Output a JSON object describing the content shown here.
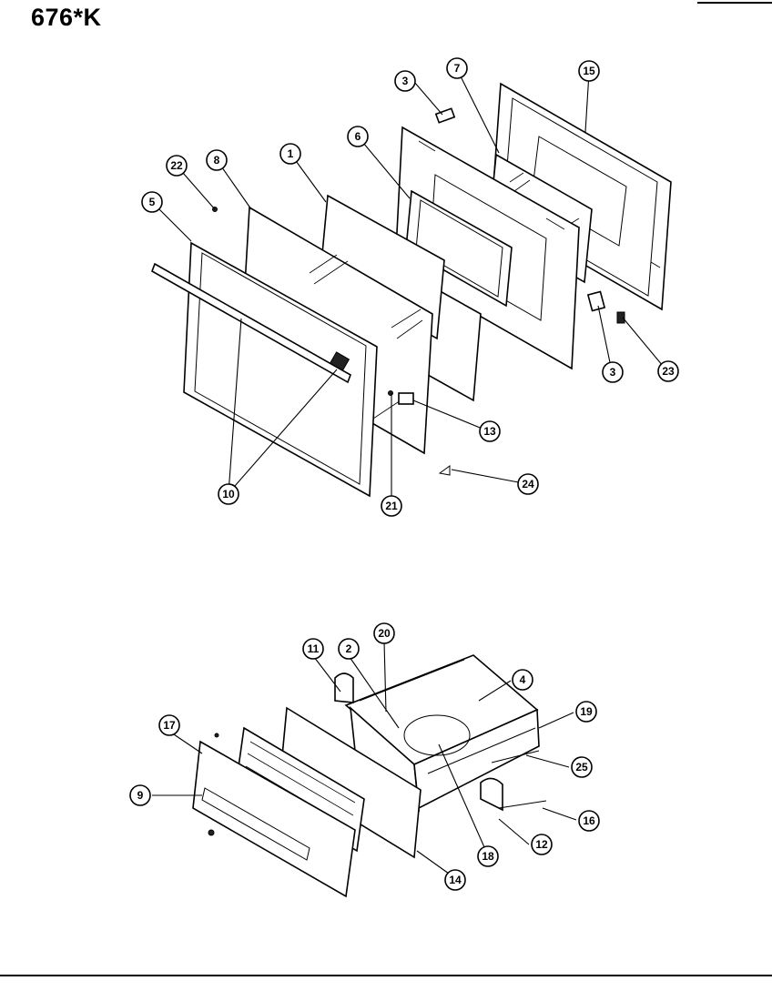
{
  "header": {
    "model_code": "676*K"
  },
  "door_assembly": {
    "callouts": [
      {
        "label": "3"
      },
      {
        "label": "7"
      },
      {
        "label": "15"
      },
      {
        "label": "6"
      },
      {
        "label": "1"
      },
      {
        "label": "8"
      },
      {
        "label": "22"
      },
      {
        "label": "5"
      },
      {
        "label": "3"
      },
      {
        "label": "23"
      },
      {
        "label": "13"
      },
      {
        "label": "24"
      },
      {
        "label": "10"
      },
      {
        "label": "21"
      }
    ]
  },
  "drawer_assembly": {
    "callouts": [
      {
        "label": "11"
      },
      {
        "label": "2"
      },
      {
        "label": "20"
      },
      {
        "label": "4"
      },
      {
        "label": "17"
      },
      {
        "label": "19"
      },
      {
        "label": "25"
      },
      {
        "label": "9"
      },
      {
        "label": "16"
      },
      {
        "label": "12"
      },
      {
        "label": "18"
      },
      {
        "label": "14"
      }
    ]
  }
}
